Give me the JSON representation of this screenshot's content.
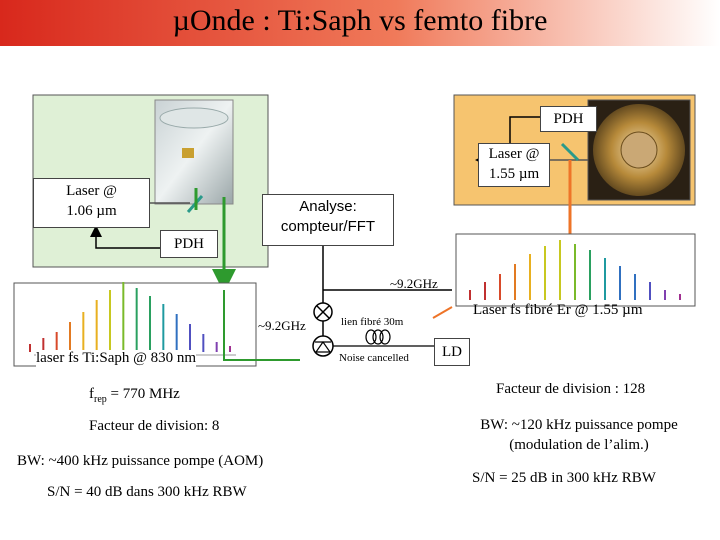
{
  "title": "µOnde : Ti:Saph vs femto fibre",
  "left_system": {
    "laser_label": "Laser @\n1.06 µm",
    "pdh_label": "PDH",
    "spectrum_label": "laser fs Ti:Saph @ 830 nm"
  },
  "right_system": {
    "pdh_label": "PDH",
    "laser_label": "Laser @\n1.55 µm",
    "spectrum_label": "Laser fs fibré Er @ 1.55 µm"
  },
  "center": {
    "analysis_label": "Analyse:\ncompteur/FFT",
    "freq_top": "~9.2GHz",
    "freq_left": "~9.2GHz",
    "fiber_label": "lien fibré 30m",
    "noise_label": "Noise cancelled",
    "ld_label": "LD"
  },
  "left_specs": {
    "frep_prefix": "f",
    "frep_sub": "rep",
    "frep_rest": " = 770 MHz",
    "division": "Facteur de division: 8",
    "bw": "BW: ~400 kHz puissance pompe (AOM)",
    "sn": "S/N = 40 dB dans 300 kHz RBW"
  },
  "right_specs": {
    "division": "Facteur de division : 128",
    "bw": "BW: ~120 kHz puissance pompe\n(modulation de l’alim.)",
    "sn": "S/N = 25 dB in 300 kHz RBW"
  },
  "colors": {
    "green_box": "#dff0d6",
    "orange_box": "#f6c46f",
    "green_line": "#2e9a2e",
    "orange_arrow": "#ee7428",
    "lock_arrow": "#2a9a8a"
  }
}
